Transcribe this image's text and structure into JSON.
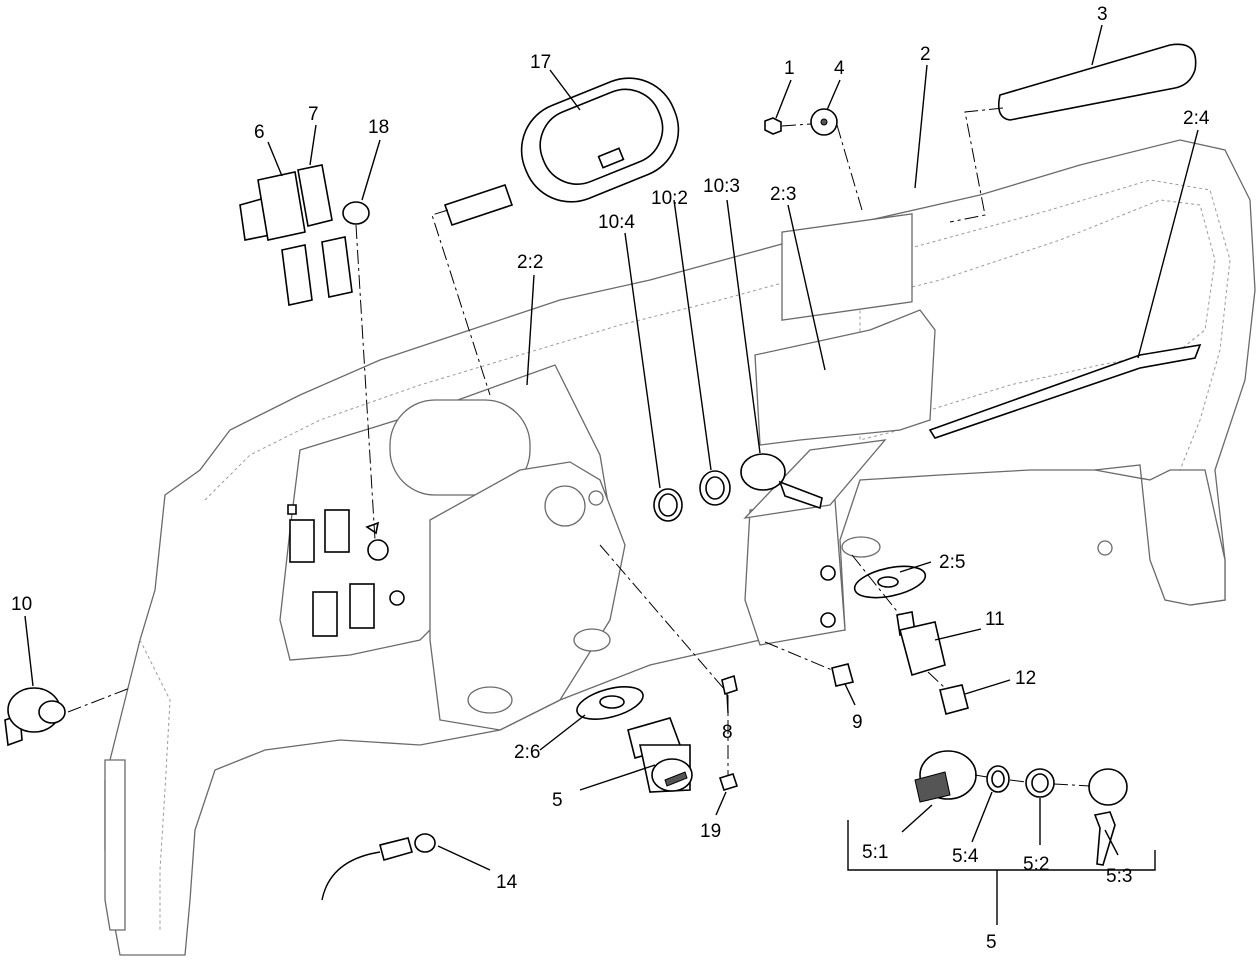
{
  "callouts": [
    {
      "id": "1",
      "text": "1"
    },
    {
      "id": "2",
      "text": "2"
    },
    {
      "id": "3",
      "text": "3"
    },
    {
      "id": "4",
      "text": "4"
    },
    {
      "id": "5a",
      "text": "5"
    },
    {
      "id": "5b",
      "text": "5"
    },
    {
      "id": "6",
      "text": "6"
    },
    {
      "id": "7",
      "text": "7"
    },
    {
      "id": "8",
      "text": "8"
    },
    {
      "id": "9",
      "text": "9"
    },
    {
      "id": "10",
      "text": "10"
    },
    {
      "id": "11",
      "text": "11"
    },
    {
      "id": "12",
      "text": "12"
    },
    {
      "id": "14",
      "text": "14"
    },
    {
      "id": "17",
      "text": "17"
    },
    {
      "id": "18",
      "text": "18"
    },
    {
      "id": "19",
      "text": "19"
    },
    {
      "id": "2_2",
      "text": "2:2"
    },
    {
      "id": "2_3",
      "text": "2:3"
    },
    {
      "id": "2_4",
      "text": "2:4"
    },
    {
      "id": "2_5",
      "text": "2:5"
    },
    {
      "id": "2_6",
      "text": "2:6"
    },
    {
      "id": "10_2",
      "text": "10:2"
    },
    {
      "id": "10_3",
      "text": "10:3"
    },
    {
      "id": "10_4",
      "text": "10:4"
    },
    {
      "id": "5_1",
      "text": "5:1"
    },
    {
      "id": "5_2",
      "text": "5:2"
    },
    {
      "id": "5_3",
      "text": "5:3"
    },
    {
      "id": "5_4",
      "text": "5:4"
    }
  ]
}
